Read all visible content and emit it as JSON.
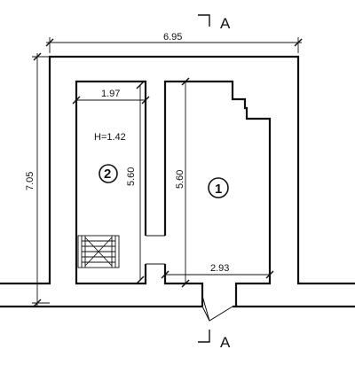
{
  "section_marks": {
    "top": "A",
    "bottom": "A"
  },
  "dimensions": {
    "overall_width": "6.95",
    "overall_depth": "7.05",
    "room2_width": "1.97",
    "room2_length": "5.60",
    "room1_length": "5.60",
    "room1_width": "2.93"
  },
  "room2": {
    "number": "2",
    "height": "H=1.42"
  },
  "room1": {
    "number": "1"
  }
}
